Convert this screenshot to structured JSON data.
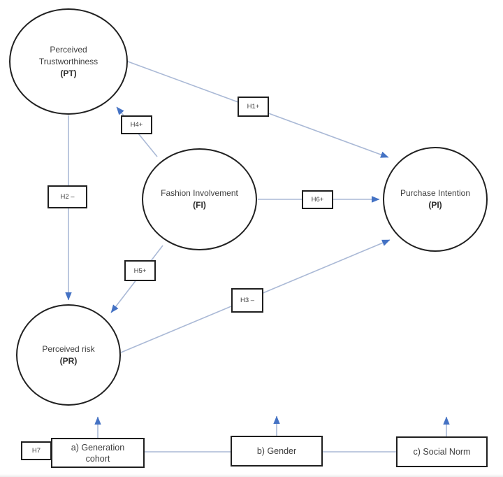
{
  "diagram": {
    "nodes": {
      "pt": {
        "label": "Perceived Trustworthiness",
        "abbr": "(PT)"
      },
      "fi": {
        "label": "Fashion Involvement",
        "abbr": "(FI)"
      },
      "pi": {
        "label": "Purchase Intention",
        "abbr": "(PI)"
      },
      "pr": {
        "label": "Perceived risk",
        "abbr": "(PR)"
      }
    },
    "hypotheses": {
      "h1": "H1+",
      "h2": "H2 –",
      "h3": "H3 –",
      "h4": "H4+",
      "h5": "H5+",
      "h6": "H6+",
      "h7": "H7"
    },
    "moderators": {
      "a": "a) Generation cohort",
      "b": "b) Gender",
      "c": "c) Social Norm"
    },
    "edges": [
      {
        "from": "PT",
        "to": "PI",
        "label": "H1+"
      },
      {
        "from": "PT",
        "to": "PR",
        "label": "H2 –"
      },
      {
        "from": "FI",
        "to": "PT",
        "label": "H4+"
      },
      {
        "from": "FI",
        "to": "PR",
        "label": "H5+"
      },
      {
        "from": "FI",
        "to": "PI",
        "label": "H6+"
      },
      {
        "from": "PR",
        "to": "PI",
        "label": "H3 –"
      },
      {
        "from": "a) Generation cohort",
        "to": "PR",
        "label": "H7"
      },
      {
        "from": "b) Gender",
        "to": "model",
        "label": ""
      },
      {
        "from": "c) Social Norm",
        "to": "model",
        "label": ""
      }
    ],
    "colors": {
      "line": "#aab9d6",
      "arrowhead": "#4472c4",
      "shape_border": "#1f1f1f",
      "text": "#3d3d3d",
      "background": "#ffffff"
    }
  }
}
